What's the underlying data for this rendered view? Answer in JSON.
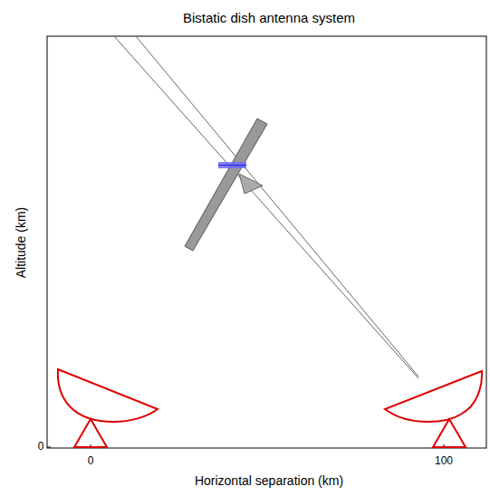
{
  "diagram": {
    "title": "Bistatic dish antenna system",
    "labels": [
      "Altitude (km)",
      "0",
      "0",
      "100",
      "Horizontal separation (km)"
    ]
  }
}
